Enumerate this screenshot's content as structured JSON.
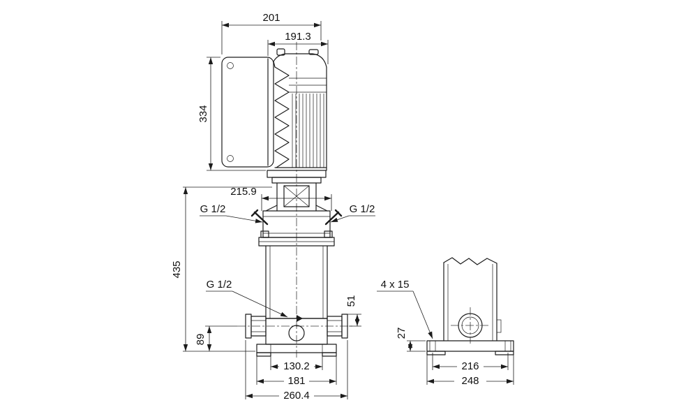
{
  "dims": {
    "motor_box_width": "201",
    "motor_length": "191.3",
    "motor_height": "334",
    "coupling_width": "215.9",
    "port_top_left": "G 1/2",
    "port_top_right": "G 1/2",
    "pump_height": "435",
    "drain_port": "G 1/2",
    "port_offset": "51",
    "port_center_height": "89",
    "foot_inner_width": "130.2",
    "base_width": "181",
    "port_span": "260.4",
    "bolt_holes": "4 x 15",
    "base_plate_height": "27",
    "base_inner_width": "216",
    "base_outer_width": "248"
  }
}
